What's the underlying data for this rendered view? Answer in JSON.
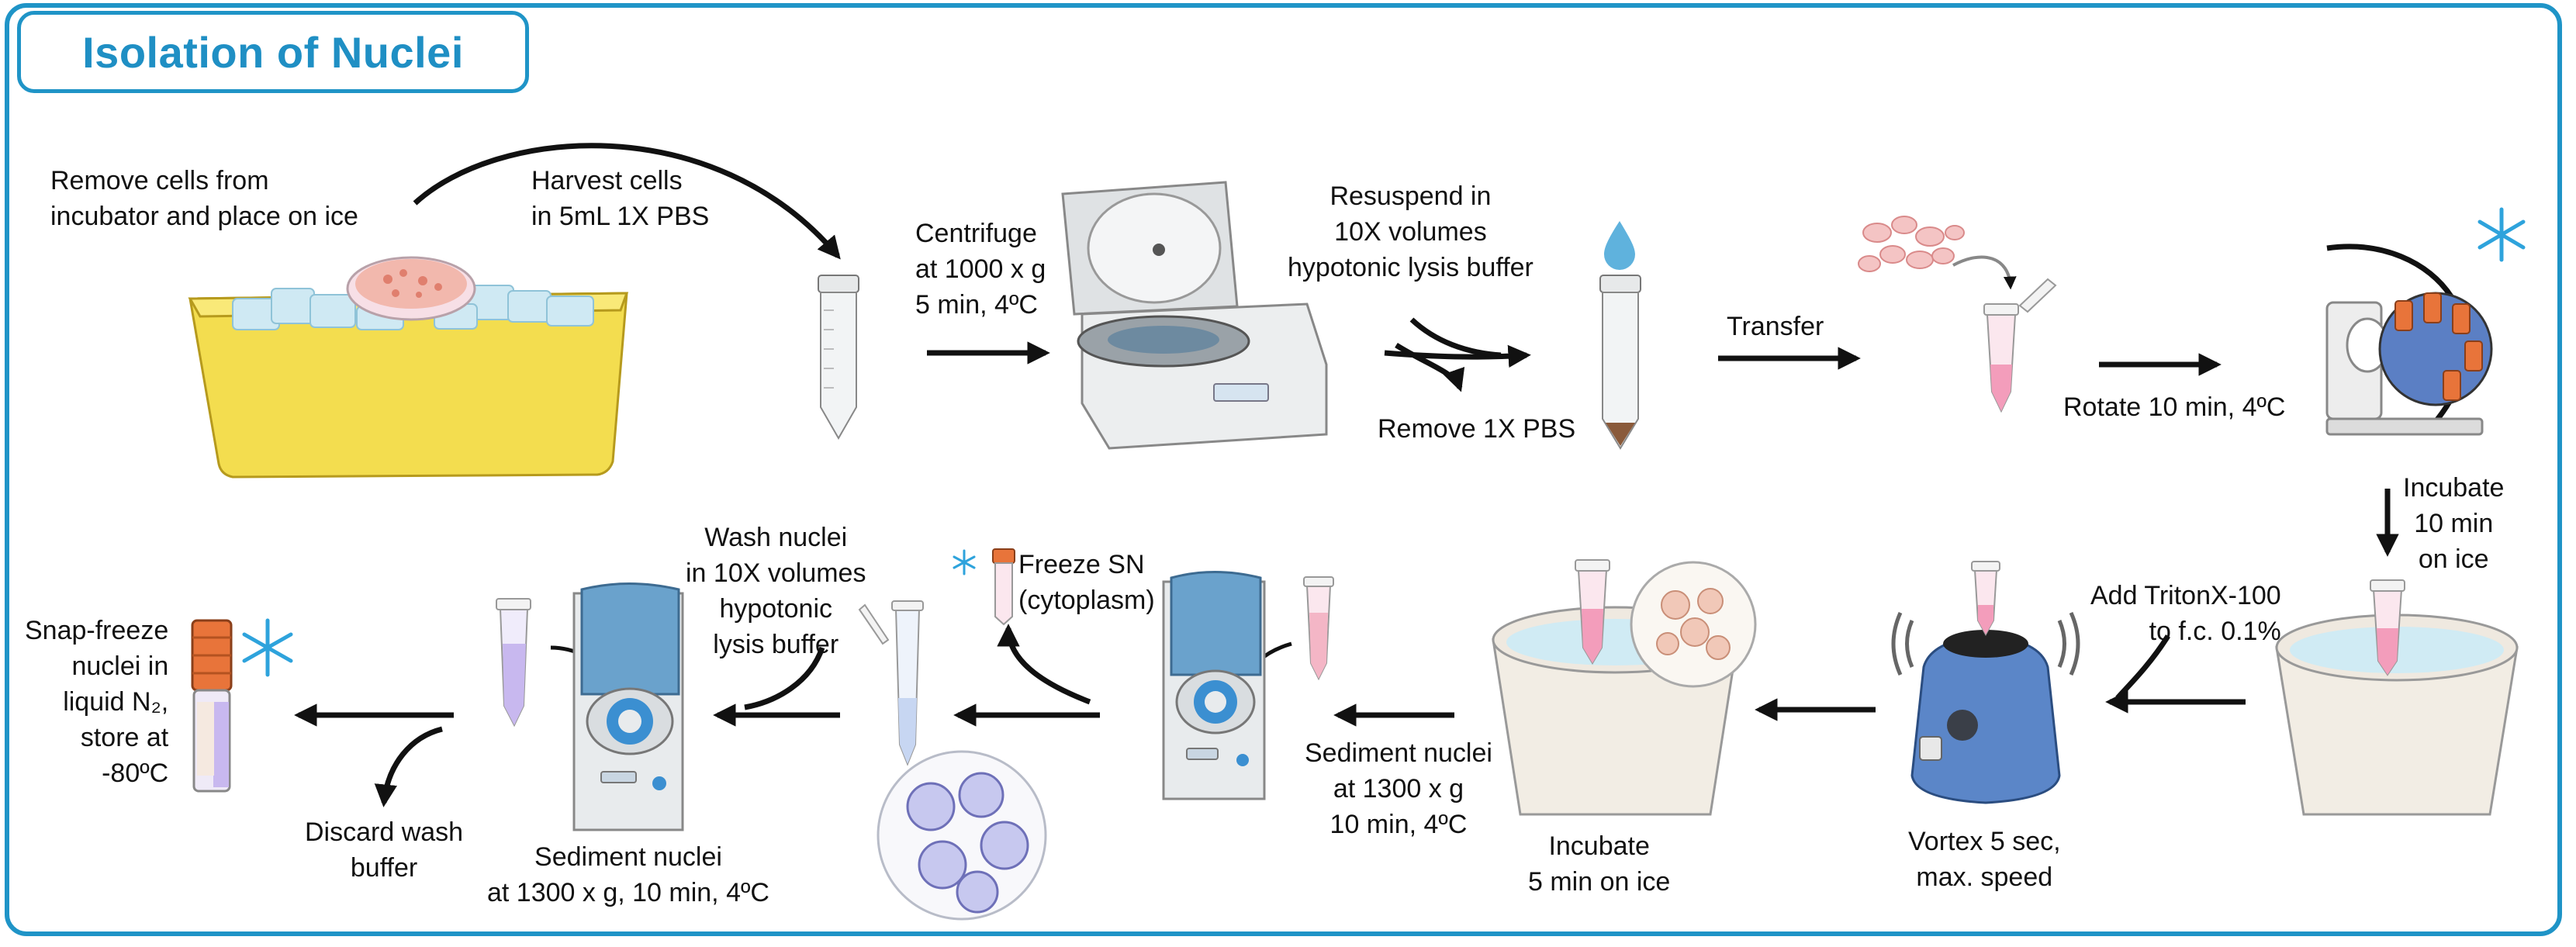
{
  "title": "Isolation of Nuclei",
  "steps": {
    "remove_cells": "Remove cells from\nincubator and place on ice",
    "harvest": "Harvest cells\nin 5mL 1X PBS",
    "centrifuge": "Centrifuge\nat 1000 x g\n5 min, 4ºC",
    "resuspend": "Resuspend in\n10X volumes\nhypotonic lysis buffer",
    "remove_pbs": "Remove 1X PBS",
    "transfer": "Transfer",
    "rotate": "Rotate 10 min, 4ºC",
    "incubate_10": "Incubate\n10 min\non ice",
    "add_triton": "Add TritonX-100\nto f.c. 0.1%",
    "vortex": "Vortex 5 sec,\nmax. speed",
    "incubate_5": "Incubate\n5 min on ice",
    "sediment_1": "Sediment nuclei\nat 1300 x g\n10 min, 4ºC",
    "freeze_sn": "Freeze SN\n(cytoplasm)",
    "wash_nuclei": "Wash nuclei\nin 10X volumes\nhypotonic\nlysis buffer",
    "sediment_2": "Sediment nuclei\nat 1300 x g, 10 min, 4ºC",
    "discard": "Discard wash\nbuffer",
    "snap_freeze": "Snap-freeze\nnuclei in\nliquid N₂,\nstore at\n-80ºC"
  },
  "colors": {
    "accent": "#1f94c7",
    "ice": "#bfe3f0",
    "tray": "#f2dc4e",
    "tube_pink": "#f4b6c6",
    "tube_purple": "#c8b8ef",
    "cap_orange": "#e8743a",
    "vortex_blue": "#3f6fb3"
  },
  "icons": [
    "ice-tray-icon",
    "falcon-tube-icon",
    "centrifuge-icon",
    "water-drop-icon",
    "pelleted-tube-icon",
    "cells-icon",
    "microtube-icon",
    "snowflake-icon",
    "rotator-icon",
    "ice-bucket-icon",
    "vortex-icon",
    "microcentrifuge-icon",
    "nuclei-icon",
    "cryovial-icon"
  ]
}
